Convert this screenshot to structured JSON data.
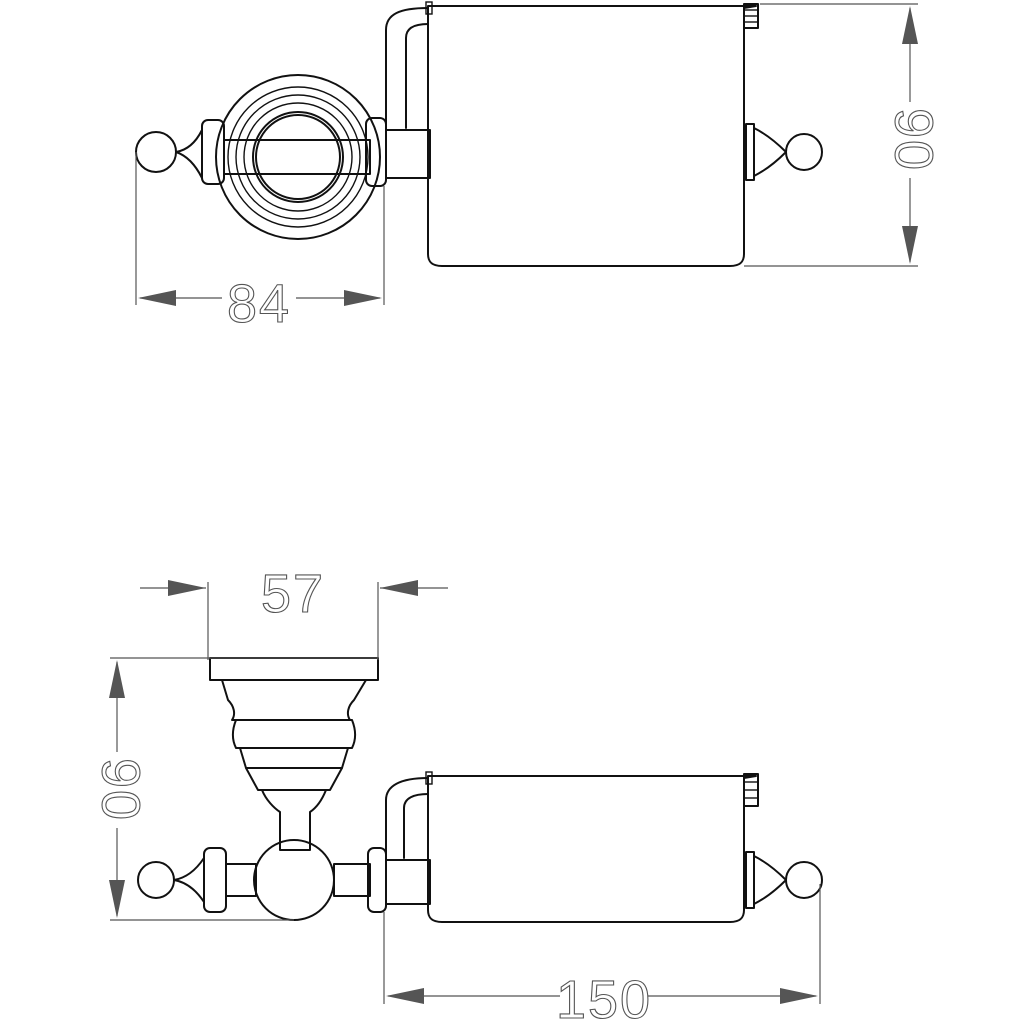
{
  "dimensions": {
    "top_width": "84",
    "top_height": "90",
    "bottom_top_width": "57",
    "bottom_height": "90",
    "bottom_width": "150"
  }
}
